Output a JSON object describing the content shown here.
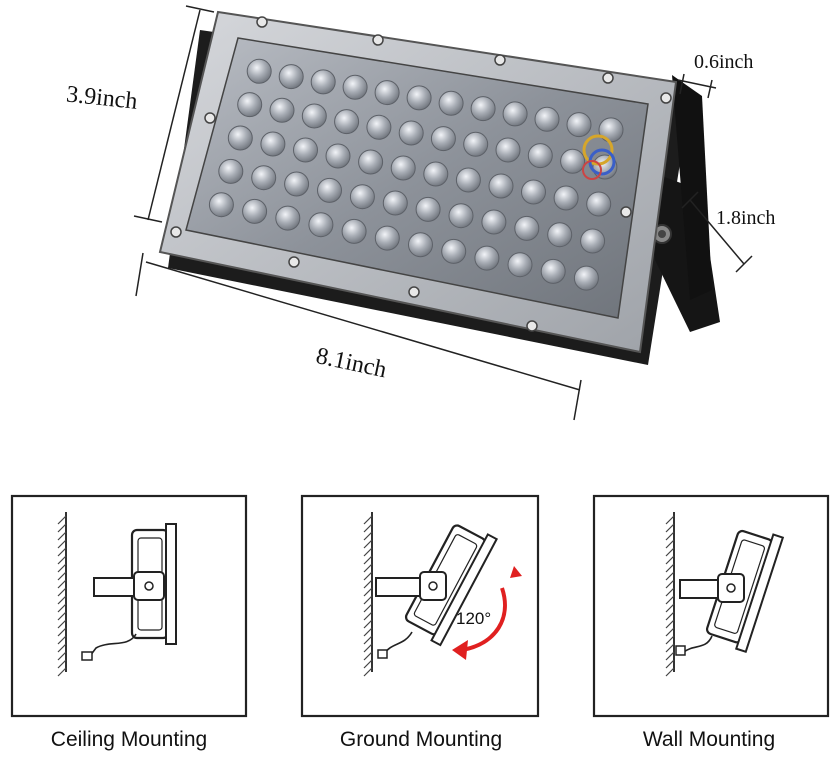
{
  "dimensions": {
    "height": "3.9inch",
    "depth": "0.6inch",
    "bracket": "1.8inch",
    "length": "8.1inch"
  },
  "mounting": [
    {
      "label": "Ceiling Mounting"
    },
    {
      "label": "Ground Mounting",
      "angle_label": "120°"
    },
    {
      "label": "Wall Mounting"
    }
  ],
  "colors": {
    "housing": "#1b1b1b",
    "panel": "#8a8f96",
    "angle_arrow": "#e02020"
  },
  "icons": [
    "flood-light",
    "mounting-bracket",
    "wall-hatch",
    "power-cord",
    "rotation-arrow"
  ]
}
